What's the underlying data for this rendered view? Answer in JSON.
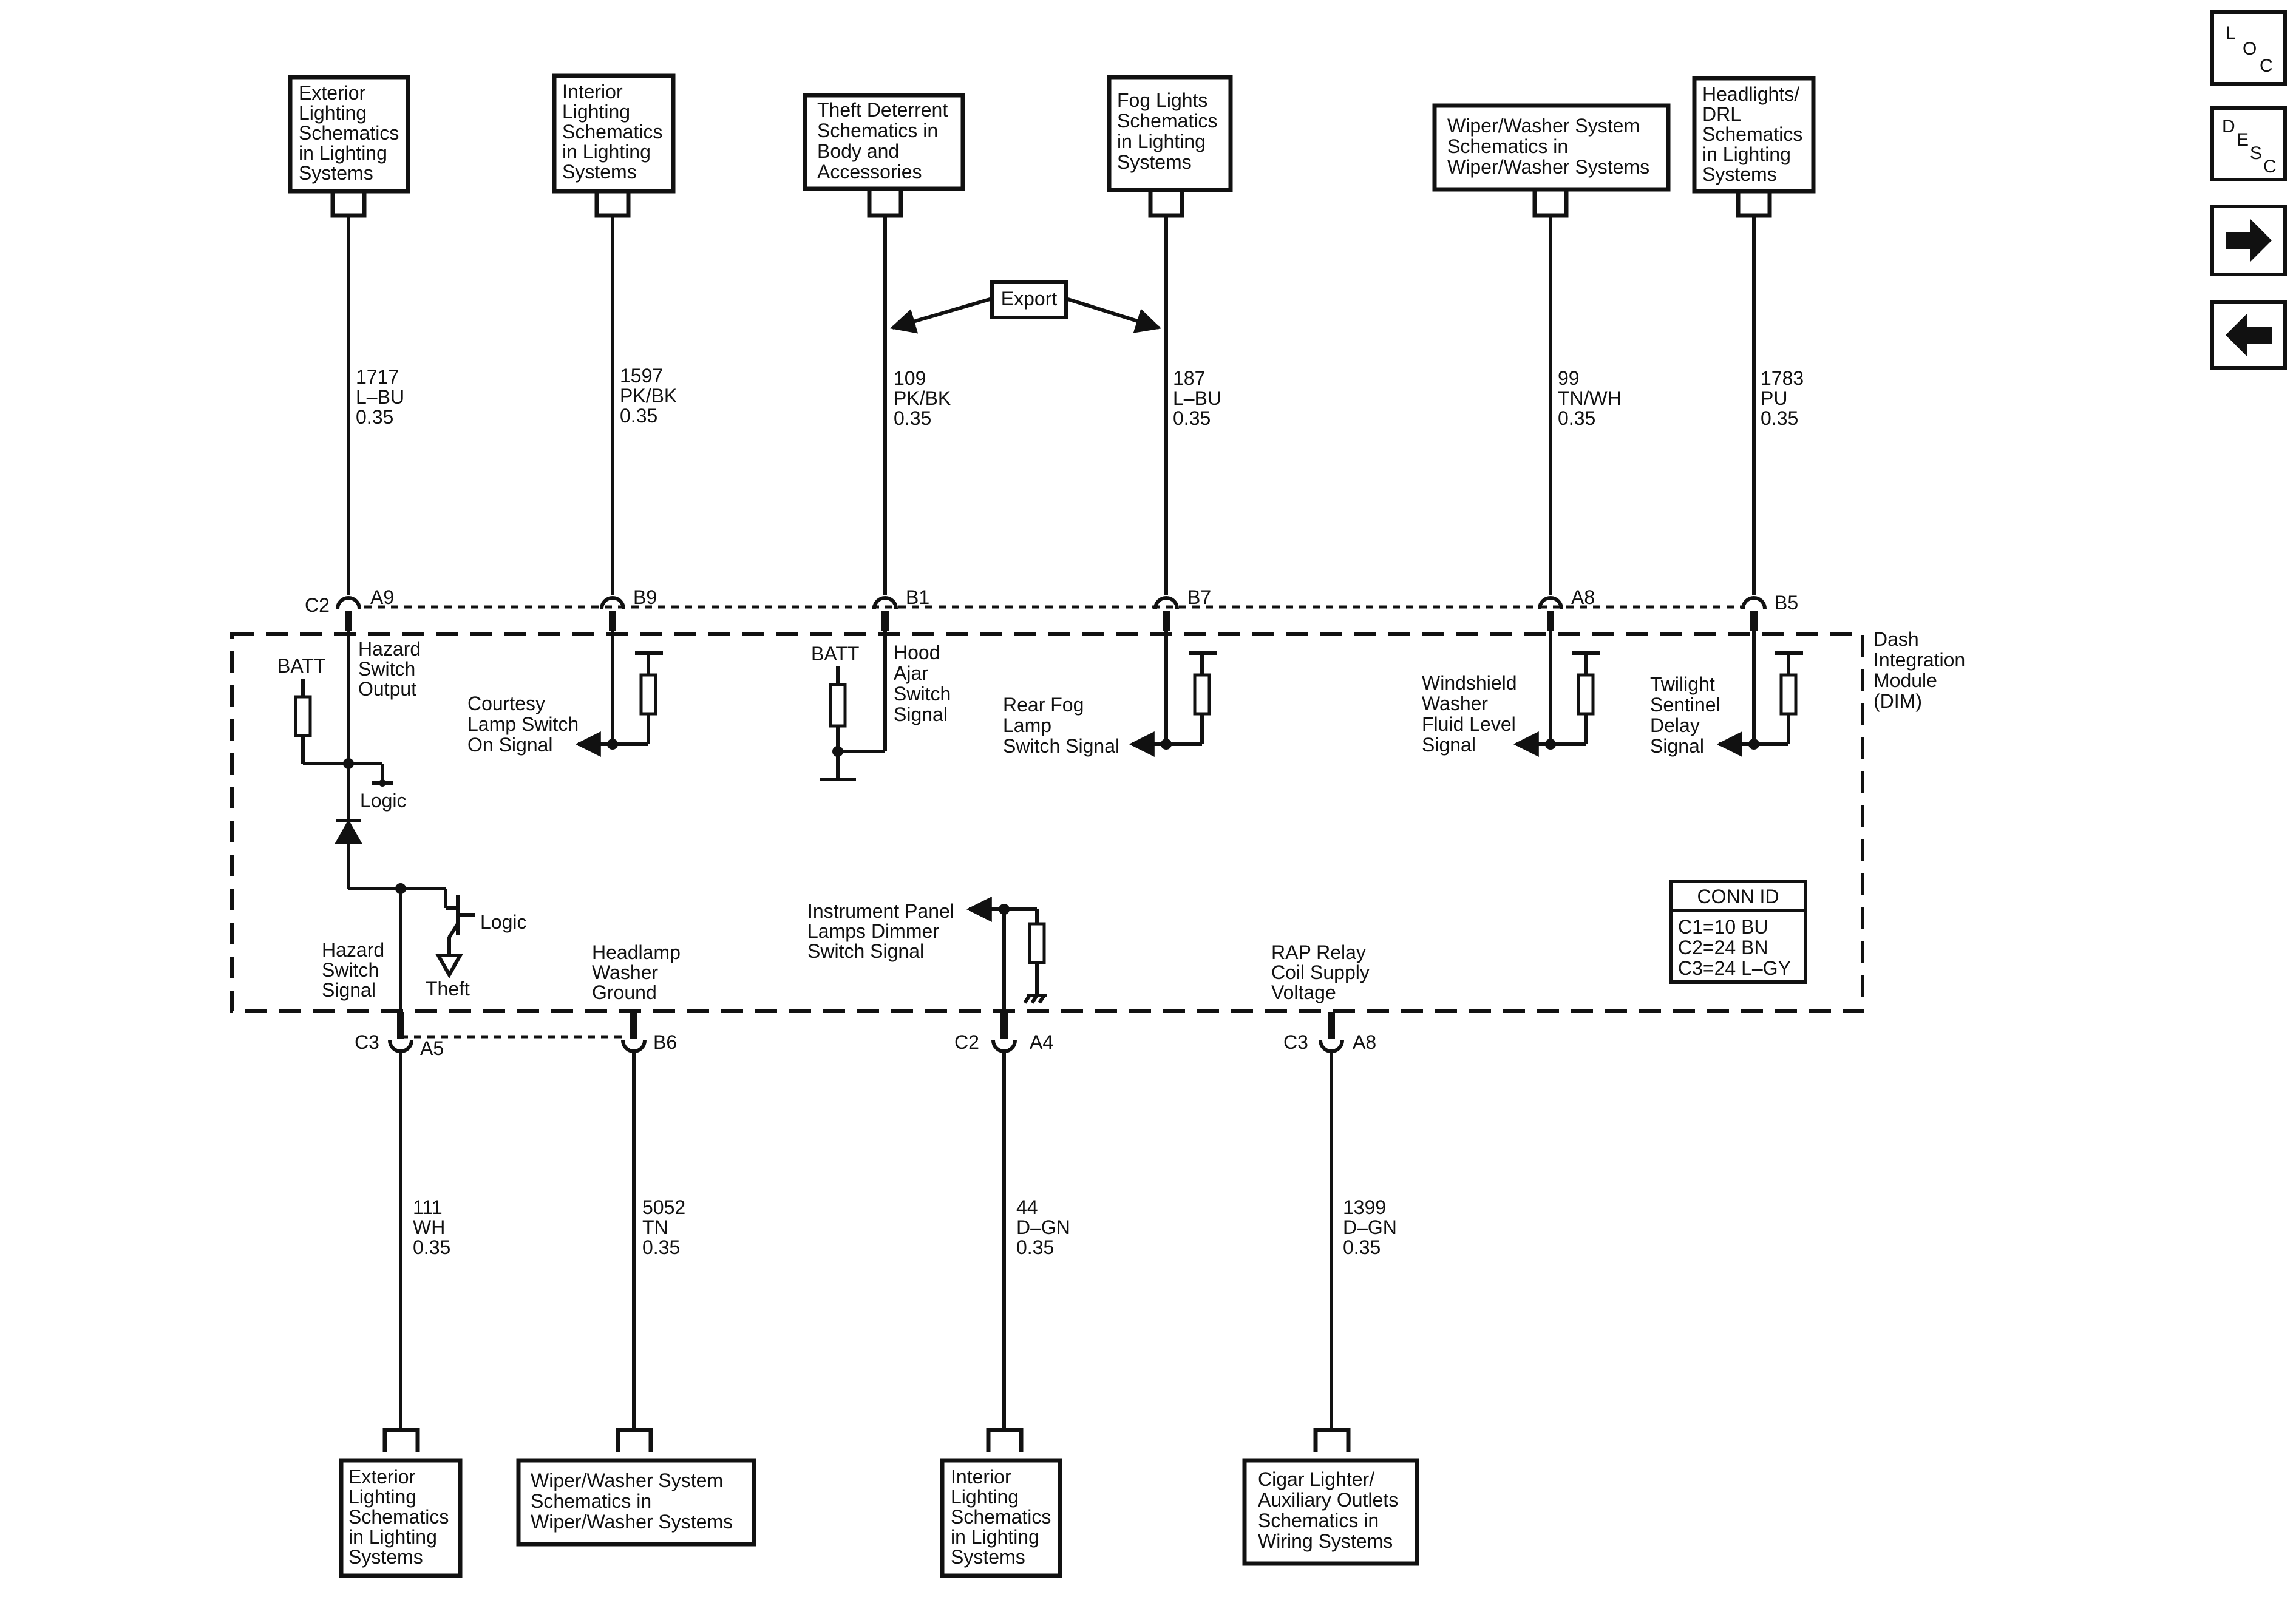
{
  "boxes_top": [
    {
      "id": "ext-light-top",
      "lines": [
        "Exterior",
        "Lighting",
        "Schematics",
        "in Lighting",
        "Systems"
      ]
    },
    {
      "id": "int-light-top",
      "lines": [
        "Interior",
        "Lighting",
        "Schematics",
        "in Lighting",
        "Systems"
      ]
    },
    {
      "id": "theft-top",
      "lines": [
        "Theft Deterrent",
        "Schematics in",
        "Body and",
        "Accessories"
      ]
    },
    {
      "id": "fog-top",
      "lines": [
        "Fog Lights",
        "Schematics",
        "in Lighting",
        "Systems"
      ]
    },
    {
      "id": "wiper-top",
      "lines": [
        "Wiper/Washer System",
        "Schematics in",
        "Wiper/Washer Systems"
      ]
    },
    {
      "id": "headlights-top",
      "lines": [
        "Headlights/",
        "DRL",
        "Schematics",
        "in Lighting",
        "Systems"
      ]
    }
  ],
  "boxes_bottom": [
    {
      "id": "ext-light-bottom",
      "lines": [
        "Exterior",
        "Lighting",
        "Schematics",
        "in Lighting",
        "Systems"
      ]
    },
    {
      "id": "wiper-bottom",
      "lines": [
        "Wiper/Washer System",
        "Schematics in",
        "Wiper/Washer Systems"
      ]
    },
    {
      "id": "int-light-bottom",
      "lines": [
        "Interior",
        "Lighting",
        "Schematics",
        "in Lighting",
        "Systems"
      ]
    },
    {
      "id": "cigar-bottom",
      "lines": [
        "Cigar Lighter/",
        "Auxiliary Outlets",
        "Schematics in",
        "Wiring Systems"
      ]
    }
  ],
  "wires_top": [
    {
      "id": "w1717",
      "lines": [
        "1717",
        "L–BU",
        "0.35"
      ]
    },
    {
      "id": "w1597",
      "lines": [
        "1597",
        "PK/BK",
        "0.35"
      ]
    },
    {
      "id": "w109",
      "lines": [
        "109",
        "PK/BK",
        "0.35"
      ]
    },
    {
      "id": "w187",
      "lines": [
        "187",
        "L–BU",
        "0.35"
      ]
    },
    {
      "id": "w99",
      "lines": [
        "99",
        "TN/WH",
        "0.35"
      ]
    },
    {
      "id": "w1783",
      "lines": [
        "1783",
        "PU",
        "0.35"
      ]
    }
  ],
  "wires_bottom": [
    {
      "id": "w111",
      "lines": [
        "111",
        "WH",
        "0.35"
      ]
    },
    {
      "id": "w5052",
      "lines": [
        "5052",
        "TN",
        "0.35"
      ]
    },
    {
      "id": "w44",
      "lines": [
        "44",
        "D–GN",
        "0.35"
      ]
    },
    {
      "id": "w1399",
      "lines": [
        "1399",
        "D–GN",
        "0.35"
      ]
    }
  ],
  "export_label": "Export",
  "connectors": {
    "c2": "C2",
    "a9": "A9",
    "b9": "B9",
    "b1": "B1",
    "b7": "B7",
    "a8_top": "A8",
    "b5": "B5",
    "c3_left": "C3",
    "a5": "A5",
    "b6": "B6",
    "c2_bottom": "C2",
    "a4": "A4",
    "c3_right": "C3",
    "a8_bottom": "A8"
  },
  "module": {
    "lines": [
      "Dash",
      "Integration",
      "Module",
      "(DIM)"
    ]
  },
  "signals": {
    "hazard_output": [
      "Hazard",
      "Switch",
      "Output"
    ],
    "courtesy": [
      "Courtesy",
      "Lamp Switch",
      "On Signal"
    ],
    "hood": [
      "Hood",
      "Ajar",
      "Switch",
      "Signal"
    ],
    "rear_fog": [
      "Rear Fog",
      "Lamp",
      "Switch Signal"
    ],
    "windshield": [
      "Windshield",
      "Washer",
      "Fluid Level",
      "Signal"
    ],
    "twilight": [
      "Twilight",
      "Sentinel",
      "Delay",
      "Signal"
    ],
    "hazard_signal": [
      "Hazard",
      "Switch",
      "Signal"
    ],
    "headlamp_washer": [
      "Headlamp",
      "Washer",
      "Ground"
    ],
    "ip_dimmer": [
      "Instrument Panel",
      "Lamps Dimmer",
      "Switch Signal"
    ],
    "rap": [
      "RAP Relay",
      "Coil Supply",
      "Voltage"
    ],
    "batt1": "BATT",
    "batt2": "BATT",
    "logic1": "Logic",
    "logic2": "Logic",
    "theft": "Theft"
  },
  "conn_id": {
    "title": "CONN ID",
    "lines": [
      "C1=10 BU",
      "C2=24 BN",
      "C3=24 L–GY"
    ]
  },
  "nav": {
    "loc": [
      "L",
      "O",
      "C"
    ],
    "desc": [
      "D",
      "E",
      "S",
      "C"
    ],
    "next": "next-arrow-icon",
    "prev": "prev-arrow-icon"
  }
}
